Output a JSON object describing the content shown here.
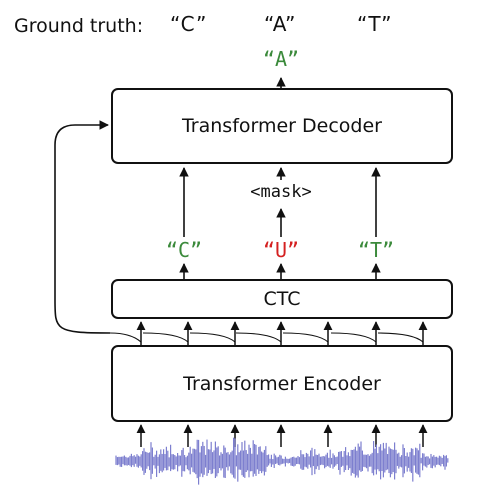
{
  "ground_truth": {
    "label": "Ground truth:",
    "tokens": [
      "“C”",
      "“A”",
      "“T”"
    ]
  },
  "decoder_output": {
    "text": "“A”",
    "color": "#3b8a3b"
  },
  "decoder_box": {
    "label": "Transformer Decoder"
  },
  "mask_token": {
    "text": "<mask>"
  },
  "ctc_outputs": [
    {
      "text": "“C”",
      "color": "#3b8a3b"
    },
    {
      "text": "“U”",
      "color": "#d42020"
    },
    {
      "text": "“T”",
      "color": "#3b8a3b"
    }
  ],
  "ctc_box": {
    "label": "CTC"
  },
  "encoder_box": {
    "label": "Transformer Encoder"
  },
  "waveform": {
    "color": "#7d7fcf"
  },
  "colors": {
    "correct": "#3b8a3b",
    "incorrect": "#d42020",
    "stroke": "#111111"
  }
}
